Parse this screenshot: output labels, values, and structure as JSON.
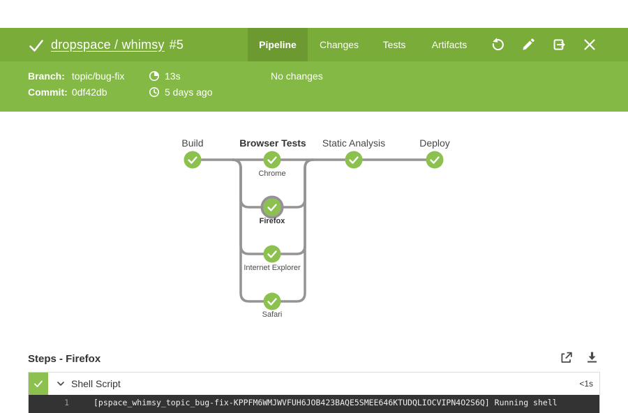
{
  "header": {
    "title_link": "dropspace / whimsy",
    "run_number": "#5",
    "status": "success",
    "tabs": [
      {
        "label": "Pipeline",
        "active": true
      },
      {
        "label": "Changes",
        "active": false
      },
      {
        "label": "Tests",
        "active": false
      },
      {
        "label": "Artifacts",
        "active": false
      }
    ],
    "icons": [
      "rerun-icon",
      "edit-icon",
      "go-to-classic-icon",
      "close-icon"
    ]
  },
  "run_info": {
    "branch_label": "Branch:",
    "branch_value": "topic/bug-fix",
    "commit_label": "Commit:",
    "commit_value": "0df42db",
    "duration": "13s",
    "time_ago": "5 days ago",
    "changes": "No changes"
  },
  "pipeline": {
    "stages": [
      {
        "label": "Build",
        "status": "success",
        "selected": false
      },
      {
        "label": "Browser Tests",
        "status": "success",
        "selected": true
      },
      {
        "label": "Static Analysis",
        "status": "success",
        "selected": false
      },
      {
        "label": "Deploy",
        "status": "success",
        "selected": false
      }
    ],
    "parallel_branches": [
      {
        "label": "Chrome",
        "status": "success",
        "selected": false
      },
      {
        "label": "Firefox",
        "status": "success",
        "selected": true
      },
      {
        "label": "Internet Explorer",
        "status": "success",
        "selected": false
      },
      {
        "label": "Safari",
        "status": "success",
        "selected": false
      }
    ]
  },
  "steps": {
    "heading": "Steps - Firefox",
    "rows": [
      {
        "status": "success",
        "label": "Shell Script",
        "duration": "<1s",
        "expanded": true
      }
    ],
    "console": {
      "line_number": "1",
      "text": "[pspace_whimsy_topic_bug-fix-KPPFM6WMJWVFUH6JOB423BAQE5SMEE646KTUDQLIOCVIPN4O2S6Q] Running shell"
    }
  },
  "colors": {
    "header_green": "#79ac38",
    "subheader_green": "#83b944",
    "active_tab_green": "#6c9a31",
    "success_green": "#8cc04f",
    "connector_gray": "#969492",
    "console_bg": "#333333"
  }
}
